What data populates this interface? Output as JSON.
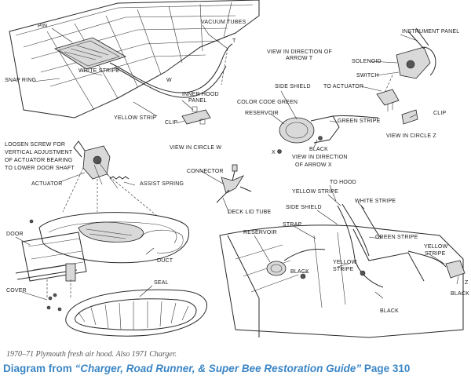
{
  "labels": {
    "pin": "PIN",
    "vacuum_tubes": "VACUUM TUBES",
    "white_stripe_top": "WHITE STRIPE",
    "snap_ring": "SNAP RING",
    "view_arrow_t_1": "VIEW IN DIRECTION OF",
    "view_arrow_t_2": "ARROW T",
    "instrument_panel": "INSTRUMENT PANEL",
    "solenoid": "SOLENOID",
    "switch": "SWITCH",
    "to_actuator": "TO ACTUATOR",
    "side_shield_top": "SIDE SHIELD",
    "inner_hood_panel_1": "INNER HOOD",
    "inner_hood_panel_2": "PANEL",
    "color_code_green": "COLOR CODE GREEN",
    "reservoir_top": "RESERVOIR",
    "green_stripe_top": "GREEN STRIPE",
    "clip_z": "CLIP",
    "yellow_strip": "YELLOW STRIP",
    "clip_w": "CLIP",
    "black_top": "BLACK",
    "view_circle_z": "VIEW IN CIRCLE Z",
    "view_circle_w": "VIEW IN CIRCLE W",
    "loosen_1": "LOOSEN SCREW FOR",
    "loosen_2": "VERTICAL ADJUSTMENT",
    "loosen_3": "OF ACTUATOR BEARING",
    "loosen_4": "TO LOWER DOOR SHAFT",
    "view_arrow_x_1": "VIEW IN DIRECTION",
    "view_arrow_x_2": "OF ARROW X",
    "connector": "CONNECTOR",
    "to_hood": "TO HOOD",
    "actuator": "ACTUATOR",
    "assist_spring": "ASSIST SPRING",
    "yellow_stripe_mid": "YELLOW STRIPE",
    "deck_lid_tube": "DECK LID TUBE",
    "white_stripe_mid": "WHITE STRIPE",
    "side_shield_mid": "SIDE SHIELD",
    "strap": "STRAP",
    "reservoir_bottom": "RESERVOIR",
    "green_stripe_bottom": "GREEN STRIPE",
    "yellow_stripe_right_1": "YELLOW",
    "yellow_stripe_right_2": "STRIPE",
    "door": "DOOR",
    "duct": "DUCT",
    "yellow_stripe_low_1": "YELLOW",
    "yellow_stripe_low_2": "STRIPE",
    "black_mid": "BLACK",
    "seal": "SEAL",
    "black_right": "BLACK",
    "cover": "COVER",
    "black_low": "BLACK",
    "letter_t": "T",
    "letter_w": "W",
    "letter_x": "X",
    "letter_z": "Z"
  },
  "caption": "1970–71 Plymouth fresh air hood. Also 1971 Charger.",
  "source": {
    "prefix": "Diagram from ",
    "book": "“Charger, Road Runner, & Super Bee Restoration Guide”",
    "suffix": " Page 310"
  },
  "colors": {
    "source_text": "#3b86c6",
    "caption_text": "#555555",
    "line_art": "#2a2a2a"
  }
}
